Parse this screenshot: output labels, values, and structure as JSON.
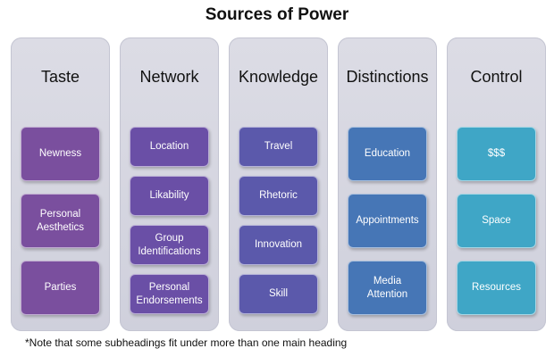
{
  "title": "Sources of Power",
  "note": "*Note that some subheadings fit under more than one main heading",
  "columns": [
    {
      "heading": "Taste",
      "color": "#7a4f9e",
      "items": [
        "Newness",
        "Personal Aesthetics",
        "Parties"
      ]
    },
    {
      "heading": "Network",
      "color": "#6a4fa6",
      "items": [
        "Location",
        "Likability",
        "Group Identifications",
        "Personal Endorsements"
      ]
    },
    {
      "heading": "Knowledge",
      "color": "#5b59ab",
      "items": [
        "Travel",
        "Rhetoric",
        "Innovation",
        "Skill"
      ]
    },
    {
      "heading": "Distinctions",
      "color": "#4676b6",
      "items": [
        "Education",
        "Appointments",
        "Media Attention"
      ]
    },
    {
      "heading": "Control",
      "color": "#3fa6c6",
      "items": [
        "$$$",
        "Space",
        "Resources"
      ]
    }
  ]
}
